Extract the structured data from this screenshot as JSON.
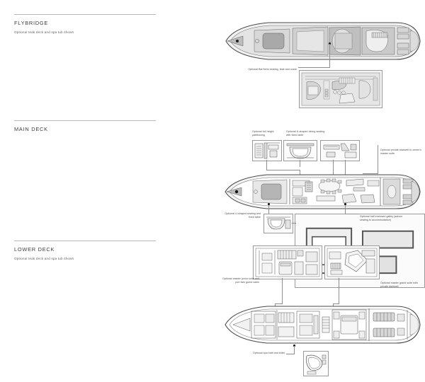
{
  "document": {
    "type": "yacht-deck-plan-sheet",
    "background": "#ffffff",
    "line_color": "#8e8e8e",
    "deck_fill_light": "#e8e8e8",
    "deck_fill_mid": "#cfcfcf",
    "deck_fill_dark": "#a8a8a8"
  },
  "sections": [
    {
      "id": "flybridge",
      "title": "FLYBRIDGE",
      "subtitle": "Optional teak deck and spa tub shown"
    },
    {
      "id": "main-deck",
      "title": "MAIN DECK",
      "subtitle": ""
    },
    {
      "id": "lower-deck",
      "title": "LOWER DECK",
      "subtitle": "Optional teak deck and spa tub shown"
    }
  ],
  "annotations": {
    "flybridge_bar_helm": "Optional Bar/helm seating, teak and crane",
    "main_full_height_partitioning": "Optional full height partitioning",
    "main_ushaped_dining": "Optional U-shaped dining seating with fixed table",
    "main_private_stairwell": "Optional private stairwell to owner's master suite",
    "main_ushaped_seating": "Optional U-shaped seating and fixed table",
    "main_half_enclosed_galley": "Optional half enclosed galley (saloon seating to accommodation)",
    "lower_junior_suite": "Optional master junior suite and port twin guest cabin",
    "lower_grand_suite": "Optional master grand suite with private stairwell",
    "lower_spa_bath": "Optional spa bath and bidet"
  }
}
